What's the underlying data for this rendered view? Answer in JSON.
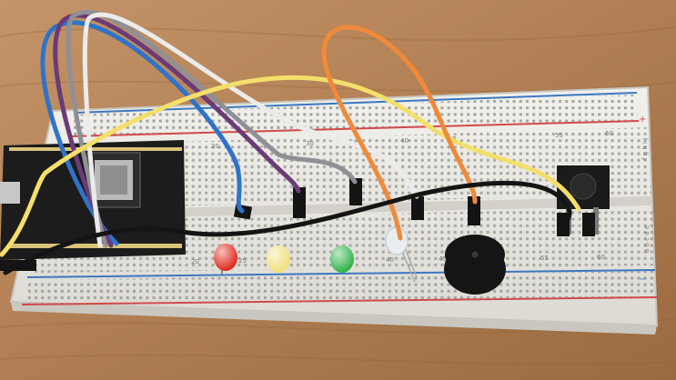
{
  "photo": {
    "table_color": "#b07e52",
    "breadboard_color": "#ecebe6",
    "rail_red": "#d04a4a",
    "rail_blue": "#3a78c0",
    "column_labels": [
      {
        "text": "20",
        "row": "top"
      },
      {
        "text": "25",
        "row": "top"
      },
      {
        "text": "30",
        "row": "top"
      },
      {
        "text": "35",
        "row": "top"
      },
      {
        "text": "40",
        "row": "top"
      },
      {
        "text": "45",
        "row": "top"
      },
      {
        "text": "55",
        "row": "top"
      },
      {
        "text": "60",
        "row": "top"
      },
      {
        "text": "20",
        "row": "bottom"
      },
      {
        "text": "25",
        "row": "bottom"
      },
      {
        "text": "40",
        "row": "bottom"
      },
      {
        "text": "45",
        "row": "bottom"
      },
      {
        "text": "55",
        "row": "bottom"
      },
      {
        "text": "60",
        "row": "bottom"
      }
    ],
    "row_letters_top": "f g h i j",
    "row_letters_bottom": "a b c d e",
    "components": {
      "leds": [
        {
          "name": "red-led",
          "color": "#e02a1f"
        },
        {
          "name": "yellow-led",
          "color": "#f0e07a"
        },
        {
          "name": "green-led",
          "color": "#2fb34a"
        },
        {
          "name": "clear-led",
          "color": "#e8eef0"
        }
      ],
      "buzzer_color": "#151515",
      "button_color": "#1b1b1b",
      "mcu_board_color": "#1c1c1c"
    },
    "wire_colors": {
      "blue": "#2f73c9",
      "purple": "#6b3b78",
      "gray": "#8f8f96",
      "white": "#ecebeb",
      "yellow": "#f3df6a",
      "orange": "#f08a3a",
      "black": "#141414"
    }
  }
}
